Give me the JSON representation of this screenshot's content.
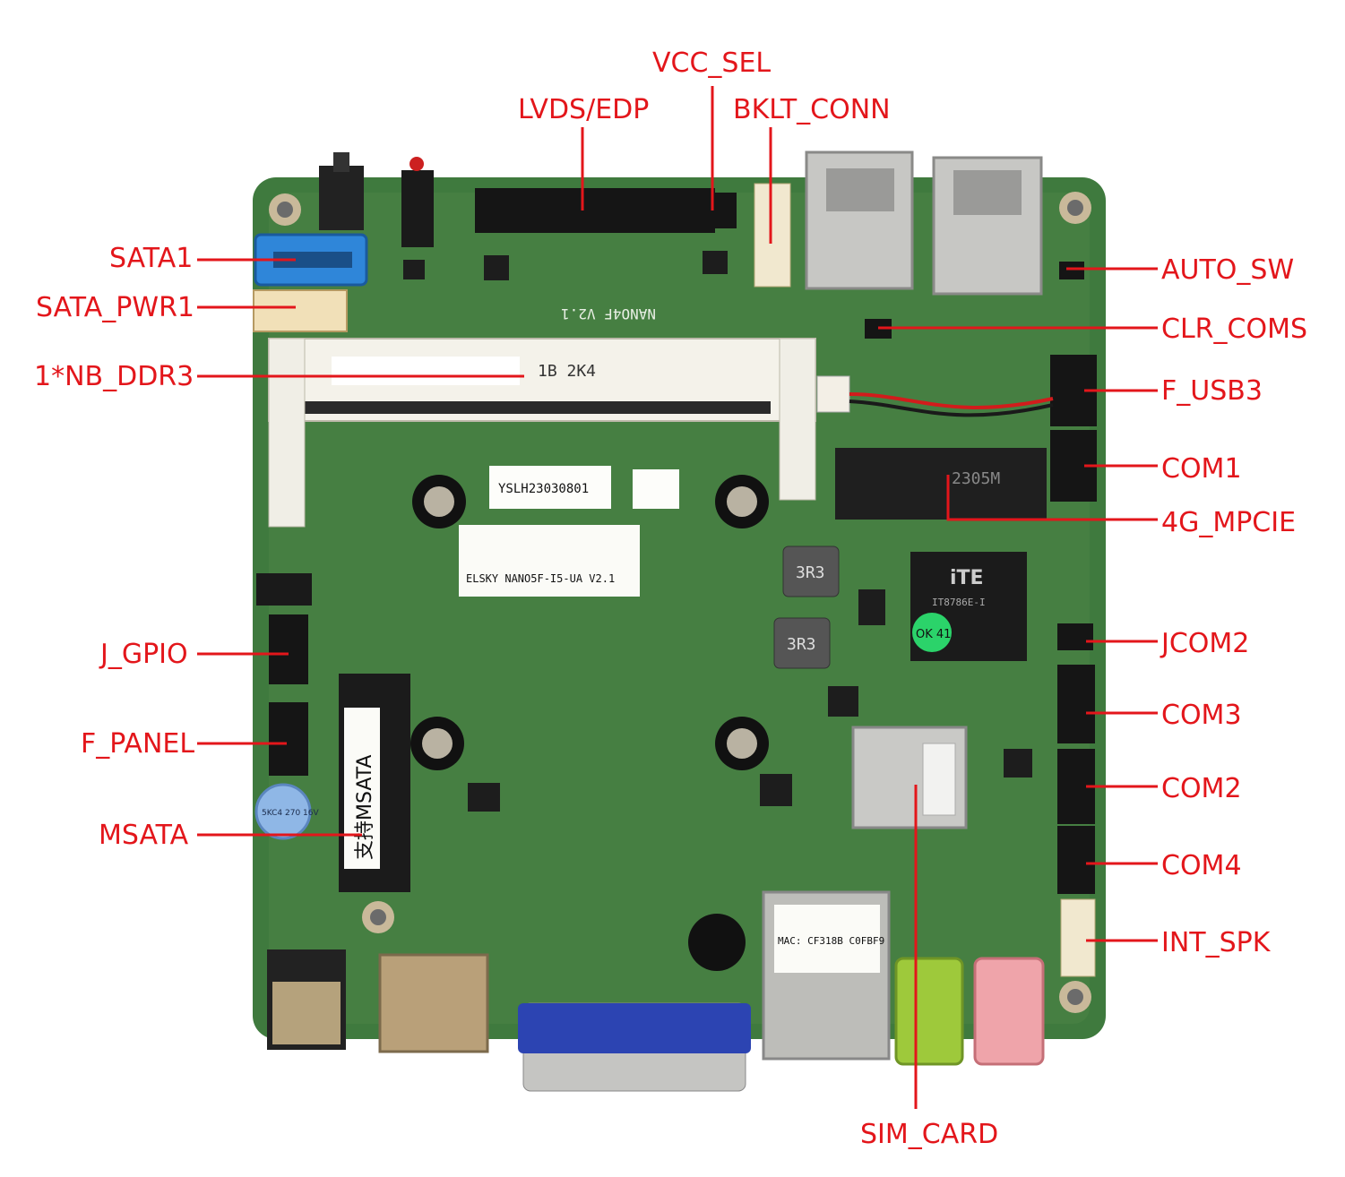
{
  "callouts": {
    "vcc_sel": "VCC_SEL",
    "lvds_edp": "LVDS/EDP",
    "bklt_conn": "BKLT_CONN",
    "sata1": "SATA1",
    "sata_pwr1": "SATA_PWR1",
    "nb_ddr3": "1*NB_DDR3",
    "j_gpio": "J_GPIO",
    "f_panel": "F_PANEL",
    "msata": "MSATA",
    "auto_sw": "AUTO_SW",
    "clr_coms": "CLR_COMS",
    "f_usb3": "F_USB3",
    "com1": "COM1",
    "mpcie_4g": "4G_MPCIE",
    "jcom2": "JCOM2",
    "com3": "COM3",
    "com2": "COM2",
    "com4": "COM4",
    "int_spk": "INT_SPK",
    "sim_card": "SIM_CARD"
  },
  "board_markings": {
    "model": "NANO4F V2.1",
    "sticker_serial": "YSLH23030801",
    "sticker_model": "ELSKY NANO5F-I5-UA V2.1",
    "msata_sticker": "支持MSATA",
    "ite_chip": "iTE",
    "ite_part": "IT8786E-I",
    "ok_sticker": "OK 41",
    "inductor_1": "3R3",
    "inductor_2": "3R3",
    "mpcie_code": "2305M",
    "dimm_label": "1B 2K4",
    "mac_label": "MAC: CF318B C0FBF9",
    "cap_label": "5KC4 270 16V"
  }
}
